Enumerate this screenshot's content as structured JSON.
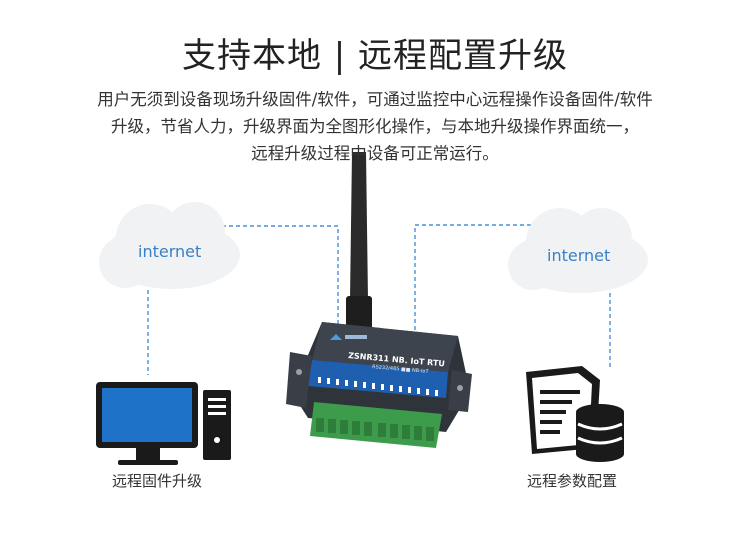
{
  "title": "支持本地 | 远程配置升级",
  "description": {
    "line1": "用户无须到设备现场升级固件/软件，可通过监控中心远程操作设备固件/软件",
    "line2": "升级，节省人力，升级界面为全图形化操作，与本地升级操作界面统一，",
    "line3": "远程升级过程中设备可正常运行。"
  },
  "left_cloud_label": "internet",
  "right_cloud_label": "internet",
  "device": {
    "model": "ZSNR311 NB. IoT RTU",
    "sub": "RS232/485 ■■ NB-IoT"
  },
  "left_caption": "远程固件升级",
  "right_caption": "远程参数配置",
  "colors": {
    "dashed_line": "#4a90d9",
    "cloud": "#f2f2f2",
    "screen": "#1e73c8",
    "device_body": "#3a3f47",
    "terminal": "#3a9a4a"
  }
}
